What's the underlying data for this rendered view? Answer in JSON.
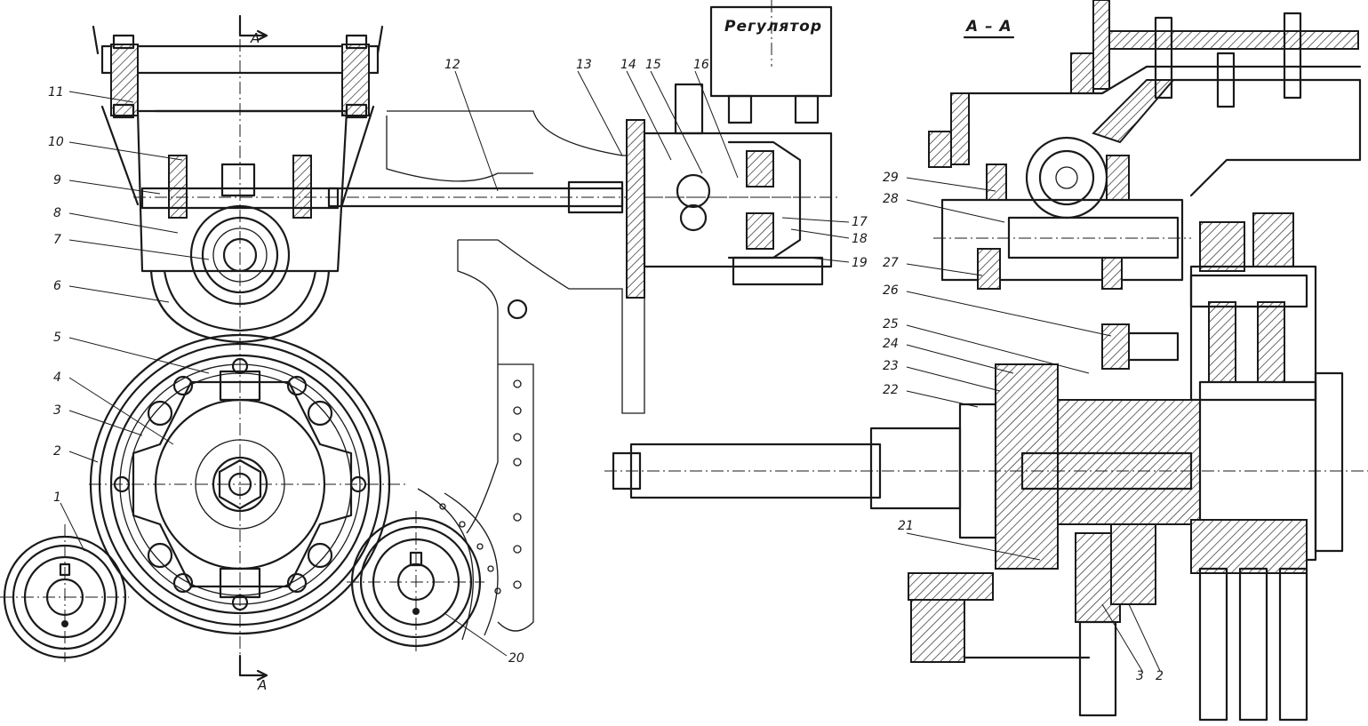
{
  "captions": {
    "regulator": "Регулятор",
    "section": "А – А",
    "section_mark_top": "А",
    "section_mark_bottom": "А"
  },
  "callouts": [
    "1",
    "2",
    "3",
    "4",
    "5",
    "6",
    "7",
    "8",
    "9",
    "10",
    "11",
    "12",
    "13",
    "14",
    "15",
    "16",
    "17",
    "18",
    "19",
    "20",
    "21",
    "22",
    "23",
    "24",
    "25",
    "26",
    "27",
    "28",
    "29",
    "3",
    "2"
  ]
}
